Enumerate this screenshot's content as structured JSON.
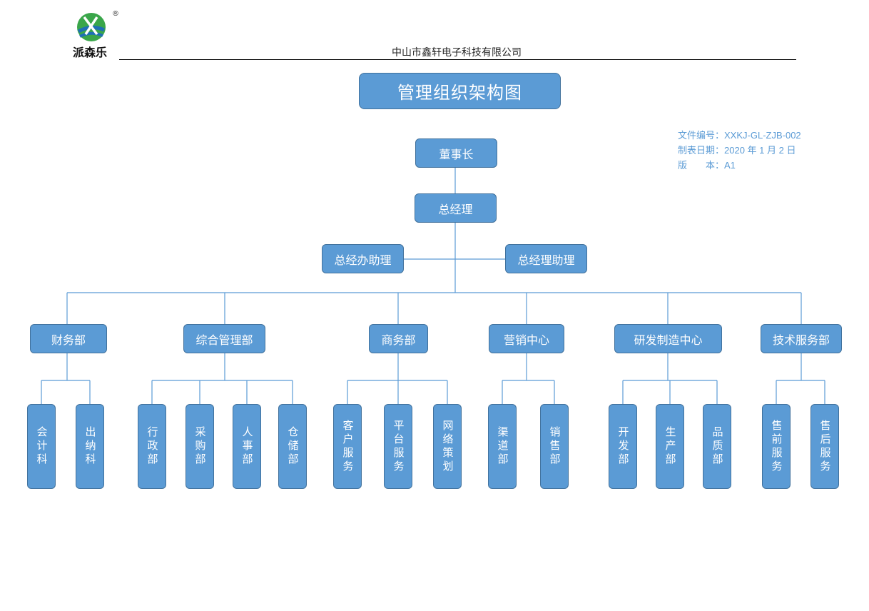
{
  "header": {
    "logo_brand": "派森乐",
    "logo_mark": "®",
    "company": "中山市鑫轩电子科技有限公司"
  },
  "title": "管理组织架构图",
  "doc_info": {
    "number_label": "文件编号：",
    "number_value": "XXKJ-GL-ZJB-002",
    "date_label": "制表日期：",
    "date_value": "2020 年 1 月 2 日",
    "version_label": "版　　本：",
    "version_value": "A1"
  },
  "colors": {
    "box_fill": "#5b9bd5",
    "box_border": "#41719c",
    "line": "#5b9bd5",
    "info_text": "#5b9bd5"
  },
  "org": {
    "chairman": "董事长",
    "general_manager": "总经理",
    "assistants": [
      "总经办助理",
      "总经理助理"
    ],
    "departments": [
      {
        "name": "财务部",
        "units": [
          "会计科",
          "出纳科"
        ]
      },
      {
        "name": "综合管理部",
        "units": [
          "行政部",
          "采购部",
          "人事部",
          "仓储部"
        ]
      },
      {
        "name": "商务部",
        "units": [
          "客户服务",
          "平台服务",
          "网络策划"
        ]
      },
      {
        "name": "营销中心",
        "units": [
          "渠道部",
          "销售部"
        ]
      },
      {
        "name": "研发制造中心",
        "units": [
          "开发部",
          "生产部",
          "品质部"
        ]
      },
      {
        "name": "技术服务部",
        "units": [
          "售前服务",
          "售后服务"
        ]
      }
    ]
  }
}
